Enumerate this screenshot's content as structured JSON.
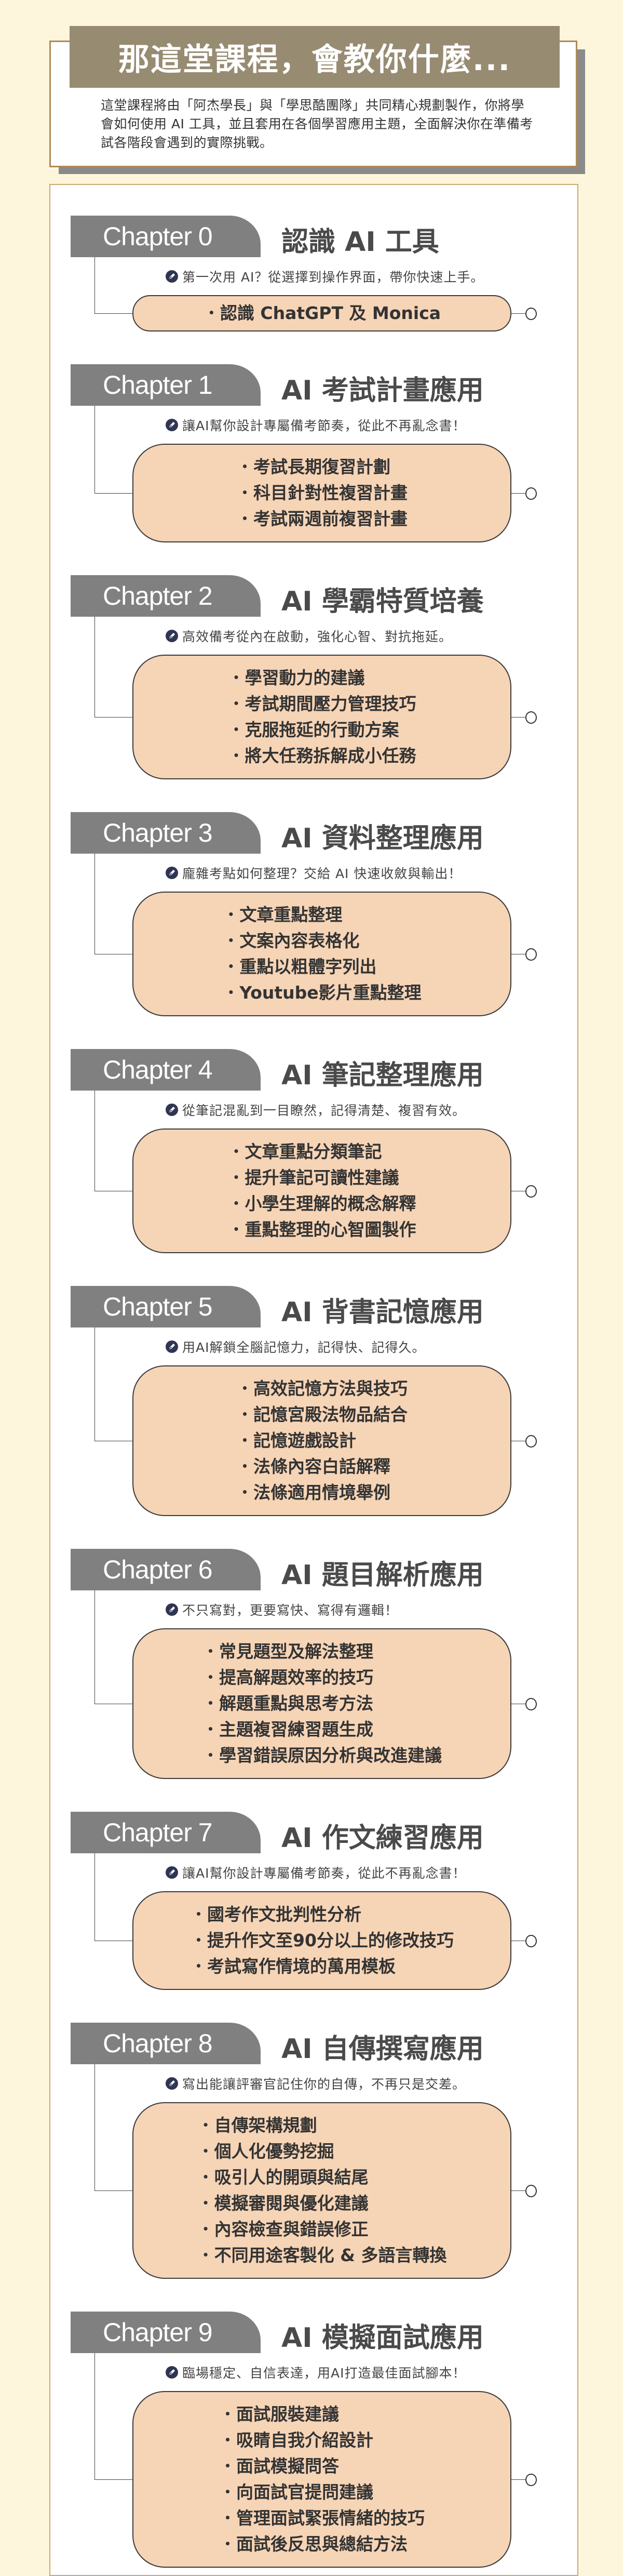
{
  "header": {
    "title": "那這堂課程，會教你什麼...",
    "description": "這堂課程將由「阿杰學長」與「學思酷團隊」共同精心規劃製作，你將學會如何使用 AI 工具，並且套用在各個學習應用主題，全面解決你在準備考試各階段會遇到的實際挑戰。"
  },
  "colors": {
    "background": "#fdf6dc",
    "heading_band": "#978b72",
    "tab": "#808080",
    "pill": "#f6d4b6",
    "icon": "#2f3553"
  },
  "chapters": [
    {
      "label": "Chapter 0",
      "title": "認識 AI 工具",
      "subtitle": "第一次用 AI？從選擇到操作界面，帶你快速上手。",
      "items": [
        "認識 ChatGPT 及 Monica"
      ]
    },
    {
      "label": "Chapter 1",
      "title": "AI 考試計畫應用",
      "subtitle": "讓AI幫你設計專屬備考節奏，從此不再亂念書！",
      "items": [
        "考試長期復習計劃",
        "科目針對性複習計畫",
        "考試兩週前複習計畫"
      ]
    },
    {
      "label": "Chapter 2",
      "title": "AI 學霸特質培養",
      "subtitle": "高效備考從內在啟動，強化心智、對抗拖延。",
      "items": [
        "學習動力的建議",
        "考試期間壓力管理技巧",
        "克服拖延的行動方案",
        "將大任務拆解成小任務"
      ]
    },
    {
      "label": "Chapter 3",
      "title": "AI 資料整理應用",
      "subtitle": "龐雜考點如何整理？交給 AI 快速收斂與輸出！",
      "items": [
        "文章重點整理",
        "文案內容表格化",
        "重點以粗體字列出",
        "Youtube影片重點整理"
      ]
    },
    {
      "label": "Chapter 4",
      "title": "AI 筆記整理應用",
      "subtitle": "從筆記混亂到一目瞭然，記得清楚、複習有效。",
      "items": [
        "文章重點分類筆記",
        "提升筆記可讀性建議",
        "小學生理解的概念解釋",
        "重點整理的心智圖製作"
      ]
    },
    {
      "label": "Chapter 5",
      "title": "AI 背書記憶應用",
      "subtitle": "用AI解鎖全腦記憶力，記得快、記得久。",
      "items": [
        "高效記憶方法與技巧",
        "記憶宮殿法物品結合",
        "記憶遊戲設計",
        "法條內容白話解釋",
        "法條適用情境舉例"
      ]
    },
    {
      "label": "Chapter 6",
      "title": "AI 題目解析應用",
      "subtitle": "不只寫對，更要寫快、寫得有邏輯！",
      "items": [
        "常見題型及解法整理",
        "提高解題效率的技巧",
        "解題重點與思考方法",
        "主題複習練習題生成",
        "學習錯誤原因分析與改進建議"
      ]
    },
    {
      "label": "Chapter 7",
      "title": "AI 作文練習應用",
      "subtitle": "讓AI幫你設計專屬備考節奏，從此不再亂念書！",
      "items": [
        "國考作文批判性分析",
        "提升作文至90分以上的修改技巧",
        "考試寫作情境的萬用模板"
      ]
    },
    {
      "label": "Chapter 8",
      "title": "AI 自傳撰寫應用",
      "subtitle": "寫出能讓評審官記住你的自傳，不再只是交差。",
      "items": [
        "自傳架構規劃",
        "個人化優勢挖掘",
        "吸引人的開頭與結尾",
        "模擬審閱與優化建議",
        "內容檢查與錯誤修正",
        "不同用途客製化 & 多語言轉換"
      ]
    },
    {
      "label": "Chapter 9",
      "title": "AI 模擬面試應用",
      "subtitle": "臨場穩定、自信表達，用AI打造最佳面試腳本！",
      "items": [
        "面試服裝建議",
        "吸睛自我介紹設計",
        "面試模擬問答",
        "向面試官提問建議",
        "管理面試緊張情緒的技巧",
        "面試後反思與總結方法"
      ]
    }
  ]
}
